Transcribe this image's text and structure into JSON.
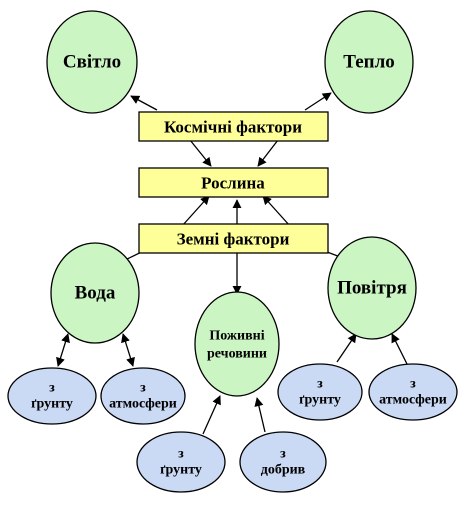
{
  "colors": {
    "green_node": "#ccf5c4",
    "blue_node": "#cad9f4",
    "yellow_box": "#ffff99",
    "stroke": "#000000"
  },
  "boxes": {
    "cosmic": "Космічні фактори",
    "plant": "Рослина",
    "earth": "Земні фактори"
  },
  "nodes": {
    "light": "Світло",
    "heat": "Тепло",
    "water": "Вода",
    "air": "Повітря",
    "nutrients_line1": "Поживні",
    "nutrients_line2": "речовини"
  },
  "sources": {
    "water_soil": [
      "з",
      "ґрунту"
    ],
    "water_atmosphere": [
      "з",
      "атмосфери"
    ],
    "nutrients_soil": [
      "з",
      "ґрунту"
    ],
    "nutrients_fertilizer": [
      "з",
      "добрив"
    ],
    "air_soil": [
      "з",
      "ґрунту"
    ],
    "air_atmosphere": [
      "з",
      "атмосфери"
    ]
  }
}
